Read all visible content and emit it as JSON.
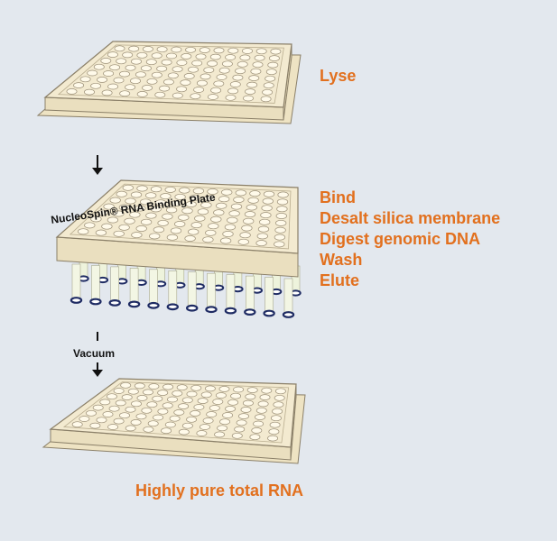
{
  "colors": {
    "background": "#e3e8ee",
    "accent_orange": "#e2701e",
    "plate_fill": "#f6efd5",
    "plate_top": "#f3ead0",
    "plate_outline": "#8a7f68",
    "column_ring": "#1e2b63",
    "arrow": "#111111"
  },
  "icons": {
    "down_arrow": "down-arrow-icon",
    "plate": "96-well-plate-icon"
  },
  "steps": {
    "lyse": "Lyse",
    "binding_steps": [
      "Bind",
      "Desalt silica membrane",
      "Digest genomic DNA",
      "Wash",
      "Elute"
    ]
  },
  "labels": {
    "binding_plate": "NucleoSpin® RNA Binding Plate",
    "vacuum": "Vacuum"
  },
  "result": "Highly pure total RNA"
}
